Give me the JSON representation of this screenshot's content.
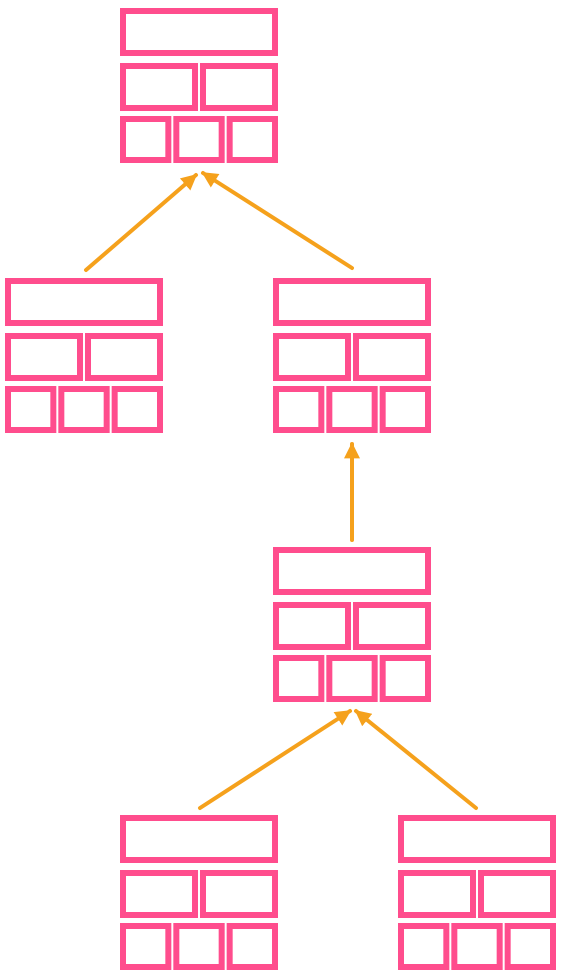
{
  "colors": {
    "node": "#ff4d8d",
    "arrow": "#f5a11c",
    "background": "#ffffff"
  },
  "nodes": [
    {
      "id": "node-1",
      "icon": "layout-grid-icon"
    },
    {
      "id": "node-2",
      "icon": "layout-grid-icon"
    },
    {
      "id": "node-3",
      "icon": "layout-grid-icon"
    },
    {
      "id": "node-4",
      "icon": "layout-grid-icon"
    },
    {
      "id": "node-5",
      "icon": "layout-grid-icon"
    },
    {
      "id": "node-6",
      "icon": "layout-grid-icon"
    }
  ],
  "edges": [
    {
      "from": "node-2",
      "to": "node-1"
    },
    {
      "from": "node-3",
      "to": "node-1"
    },
    {
      "from": "node-4",
      "to": "node-3"
    },
    {
      "from": "node-5",
      "to": "node-4"
    },
    {
      "from": "node-6",
      "to": "node-4"
    }
  ]
}
